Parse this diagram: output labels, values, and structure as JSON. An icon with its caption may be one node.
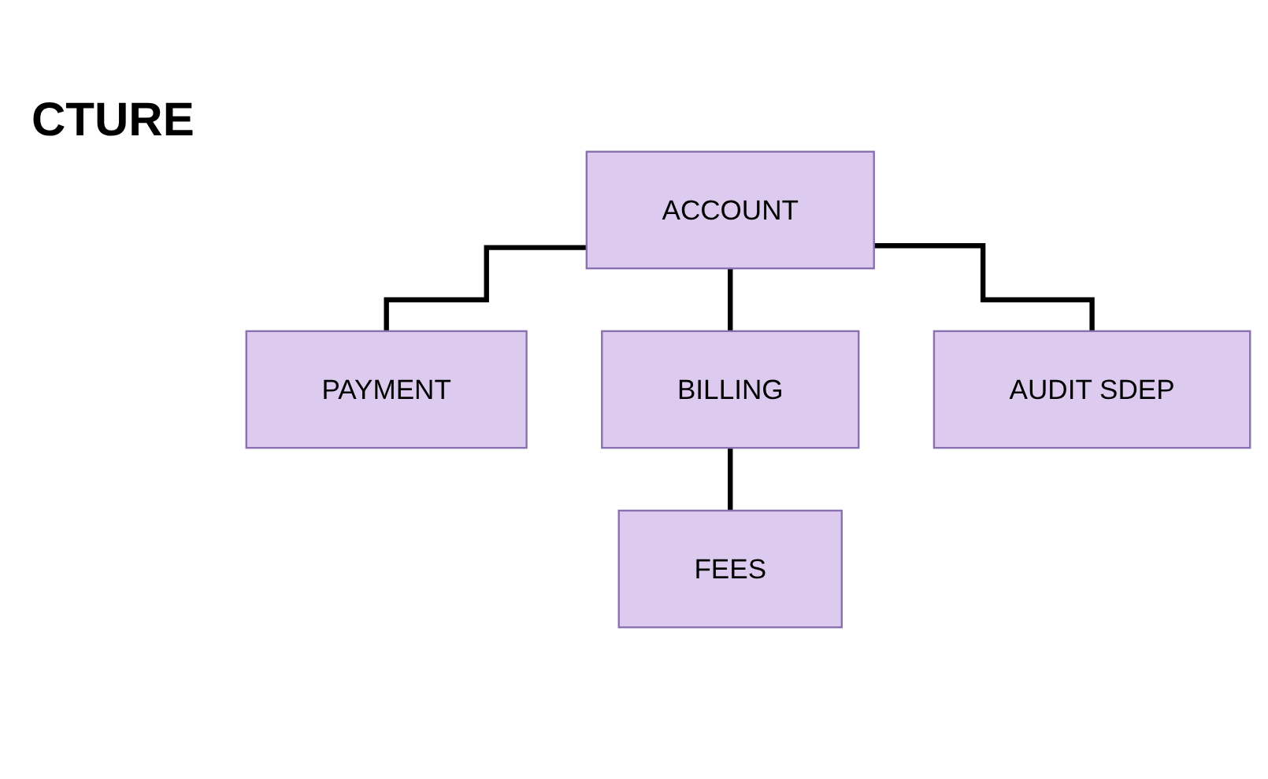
{
  "diagram": {
    "title": "CTURE",
    "nodes": [
      {
        "text": [
          "ACCOUNT"
        ]
      },
      {
        "text": [
          "PAYMENT"
        ]
      },
      {
        "text": [
          "BILLING"
        ]
      },
      {
        "text": [
          "AUDIT SDEP"
        ]
      },
      {
        "text": [
          "FEES"
        ]
      }
    ],
    "edges": [
      {
        "from": 0,
        "to": 1,
        "arrow": "none"
      },
      {
        "from": 0,
        "to": 2,
        "arrow": "none"
      },
      {
        "from": 0,
        "to": 3,
        "arrow": "none"
      },
      {
        "from": 2,
        "to": 4,
        "arrow": "none"
      }
    ]
  }
}
